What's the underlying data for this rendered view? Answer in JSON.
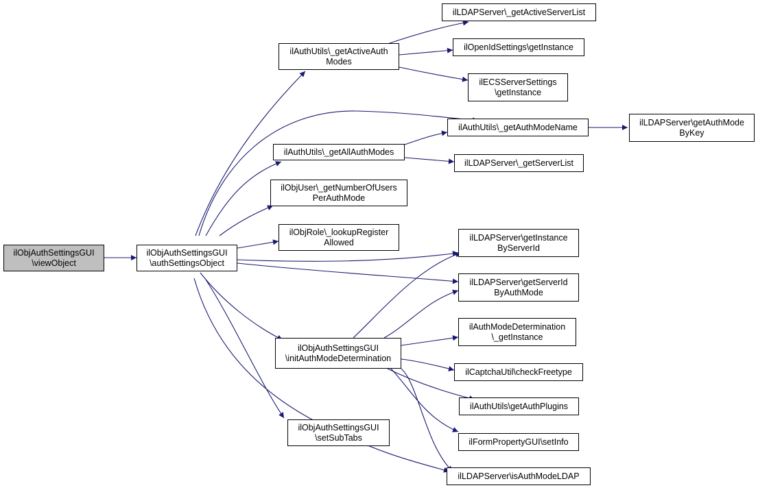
{
  "colors": {
    "edge": "#191970",
    "border": "#000000",
    "root_fill": "#bfbfbf",
    "node_fill": "#ffffff"
  },
  "nodes": {
    "view_object": "ilObjAuthSettingsGUI\n\\viewObject",
    "auth_settings_object": "ilObjAuthSettingsGUI\n\\authSettingsObject",
    "get_active_auth_modes": "ilAuthUtils\\_getActiveAuth\nModes",
    "get_all_auth_modes": "ilAuthUtils\\_getAllAuthModes",
    "get_number_of_users": "ilObjUser\\_getNumberOfUsers\nPerAuthMode",
    "lookup_register_allowed": "ilObjRole\\_lookupRegister\nAllowed",
    "init_auth_mode_determination": "ilObjAuthSettingsGUI\n\\initAuthModeDetermination",
    "set_sub_tabs": "ilObjAuthSettingsGUI\n\\setSubTabs",
    "get_active_server_list": "ilLDAPServer\\_getActiveServerList",
    "openid_get_instance": "ilOpenIdSettings\\getInstance",
    "ecs_get_instance": "ilECSServerSettings\n\\getInstance",
    "get_auth_mode_name": "ilAuthUtils\\_getAuthModeName",
    "get_server_list": "ilLDAPServer\\_getServerList",
    "get_instance_by_server_id": "ilLDAPServer\\getInstance\nByServerId",
    "get_server_id_by_auth_mode": "ilLDAPServer\\getServerId\nByAuthMode",
    "auth_mode_determination_get_instance": "ilAuthModeDetermination\n\\_getInstance",
    "check_freetype": "ilCaptchaUtil\\checkFreetype",
    "get_auth_plugins": "ilAuthUtils\\getAuthPlugins",
    "set_info": "ilFormPropertyGUI\\setInfo",
    "is_auth_mode_ldap": "ilLDAPServer\\isAuthModeLDAP",
    "get_auth_mode_by_key": "ilLDAPServer\\getAuthMode\nByKey"
  }
}
